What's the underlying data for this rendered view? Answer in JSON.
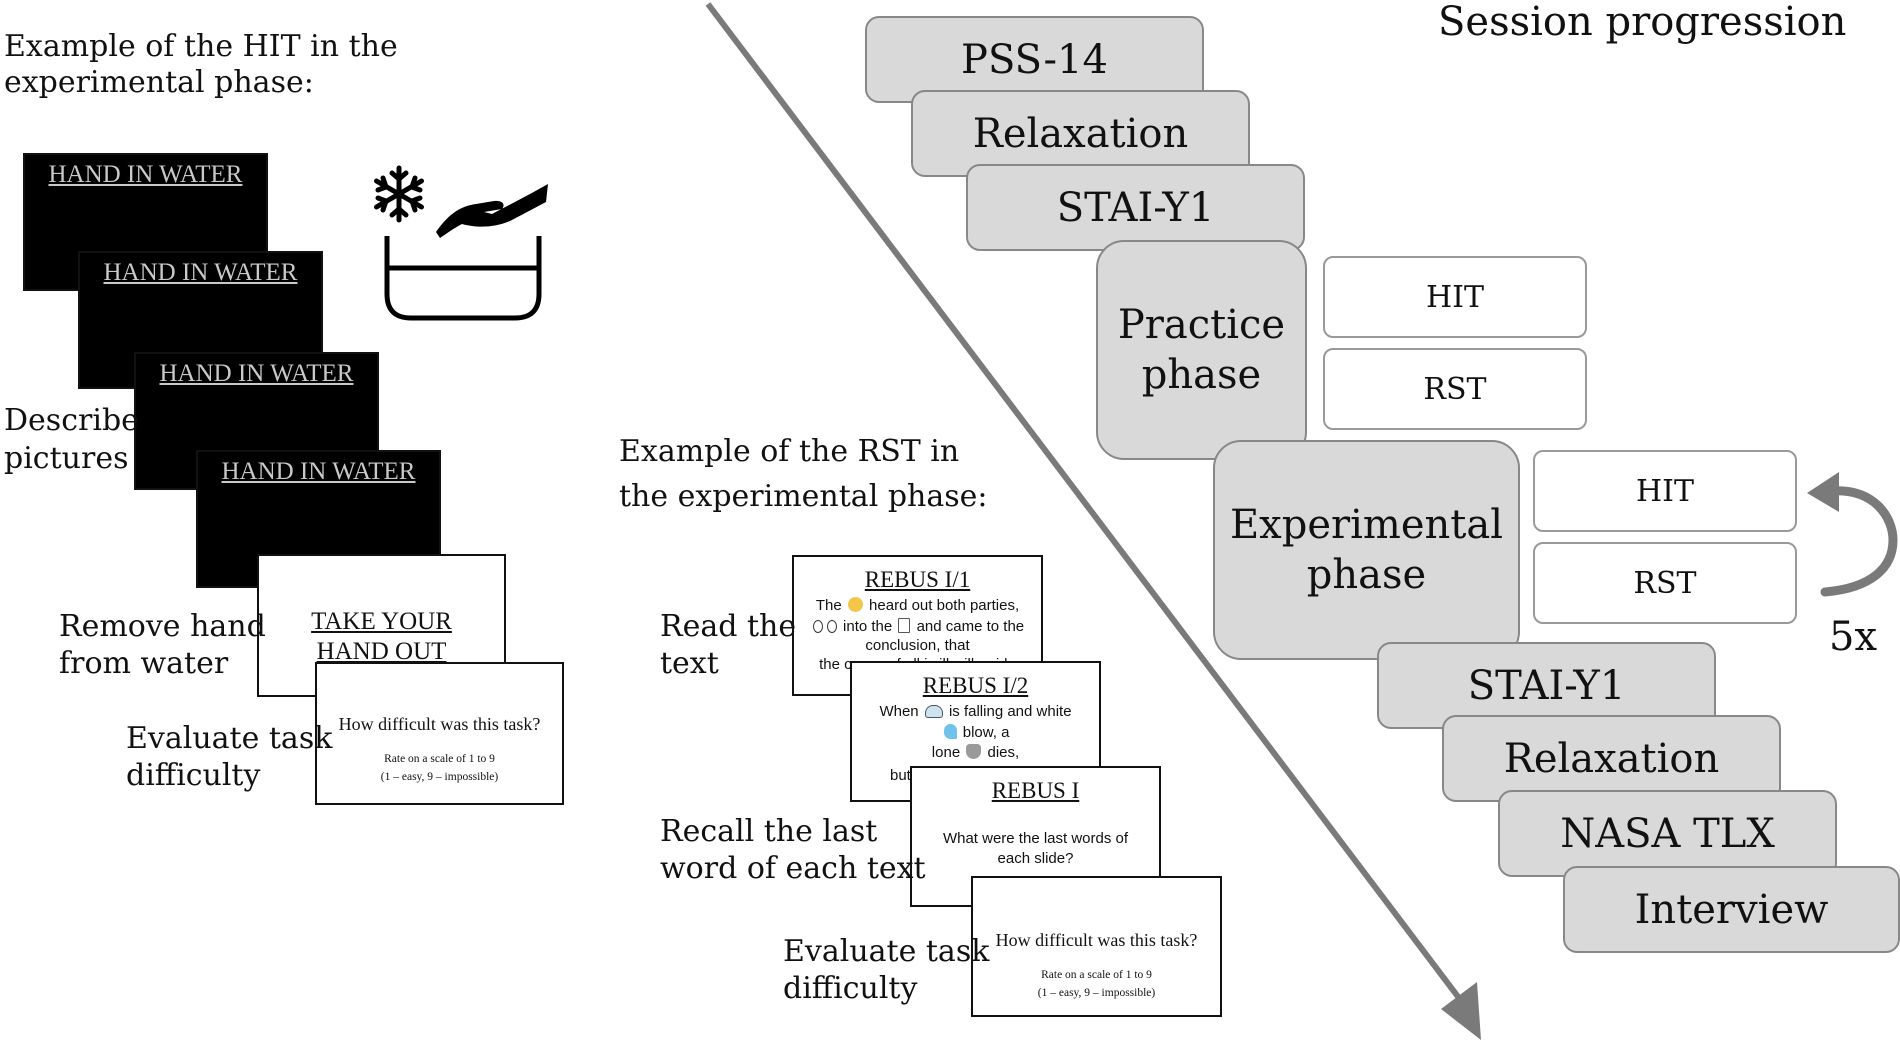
{
  "hit_section": {
    "heading_line1": "Example of the HIT in the",
    "heading_line2": "experimental phase:",
    "slide_title": "HAND IN WATER",
    "label_describe_line1": "Describe",
    "label_describe_line2": "pictures",
    "label_remove_line1": "Remove hand",
    "label_remove_line2": "from water",
    "label_evaluate_line1": "Evaluate task",
    "label_evaluate_line2": "difficulty",
    "take_hand_out_line1": "TAKE YOUR",
    "take_hand_out_line2": "HAND OUT",
    "question": "How difficult was this task?",
    "rate_line1": "Rate on a scale of 1 to 9",
    "rate_line2": "(1 – easy, 9 – impossible)"
  },
  "rst_section": {
    "heading_line1": "Example of the RST in",
    "heading_line2": "the experimental phase:",
    "label_read_line1": "Read the",
    "label_read_line2": "text",
    "label_recall_line1": "Recall the last",
    "label_recall_line2": "word of each text",
    "label_evaluate_line1": "Evaluate task",
    "label_evaluate_line2": "difficulty",
    "rebus1": {
      "title": "REBUS I/1",
      "line1_a": "The",
      "line1_b": "heard out both parties,",
      "line2_b": "into the",
      "line2_c": "and came to the",
      "line3": "conclusion, that",
      "line4": "the cause of all is ill will, pride"
    },
    "rebus2": {
      "title": "REBUS I/2",
      "line1_a": "When",
      "line1_b": "is falling and white",
      "line2_b": "blow, a",
      "line3_a": "lone",
      "line3_b": "dies,",
      "line4": "but"
    },
    "rebus3": {
      "title": "REBUS I",
      "line1": "What were the last words of",
      "line2": "each slide?"
    },
    "question": "How difficult was this task?",
    "rate_line1": "Rate on a scale of 1 to 9",
    "rate_line2": "(1 – easy, 9 – impossible)"
  },
  "session": {
    "title": "Session progression",
    "steps_top": [
      "PSS-14",
      "Relaxation",
      "STAI-Y1"
    ],
    "practice_line1": "Practice",
    "practice_line2": "phase",
    "practice_tasks": [
      "HIT",
      "RST"
    ],
    "experimental_line1": "Experimental",
    "experimental_line2": "phase",
    "experimental_tasks": [
      "HIT",
      "RST"
    ],
    "repeat_label": "5x",
    "steps_bottom": [
      "STAI-Y1",
      "Relaxation",
      "NASA TLX",
      "Interview"
    ]
  },
  "icons": {
    "snowflake": "snowflake-icon",
    "hand": "hand-icon",
    "bowl": "water-bowl-icon",
    "repeat_arrow": "repeat-arrow-icon"
  },
  "colors": {
    "step_fill": "#d9d9d9",
    "step_border": "#888888",
    "diagonal_arrow": "#7a7a7a",
    "slide_dark": "#000000"
  }
}
